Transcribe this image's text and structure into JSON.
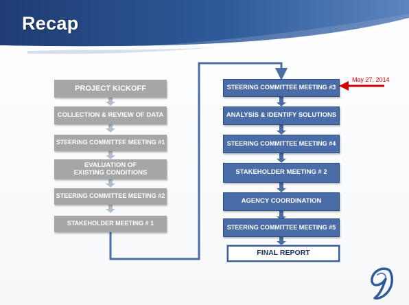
{
  "title": "Recap",
  "annotation": {
    "date": "May 27, 2014"
  },
  "left_steps": [
    "PROJECT KICKOFF",
    "COLLECTION & REVIEW OF DATA",
    "STEERING COMMITTEE MEETING #1",
    "EVALUATION OF EXISTING CONDITIONS",
    "STEERING COMMITTEE MEETING #2",
    "STAKEHOLDER MEETING # 1"
  ],
  "right_steps": [
    "STEERING COMMITTEE MEETING #3",
    "ANALYSIS & IDENTIFY SOLUTIONS",
    "STEERING COMMITTEE MEETING #4",
    "STAKEHOLDER MEETING # 2",
    "AGENCY COORDINATION",
    "STEERING COMMITTEE MEETING #5",
    "FINAL REPORT"
  ],
  "colors": {
    "header_dark": "#1f3c73",
    "header_light": "#5d84c0",
    "step_done": "#a6a6a6",
    "step_pending": "#4a6da7",
    "connector": "#4a6da7",
    "annotation": "#d40000"
  },
  "icons": {
    "logo": "script-g-logo-icon",
    "pointer": "red-arrow-icon"
  }
}
